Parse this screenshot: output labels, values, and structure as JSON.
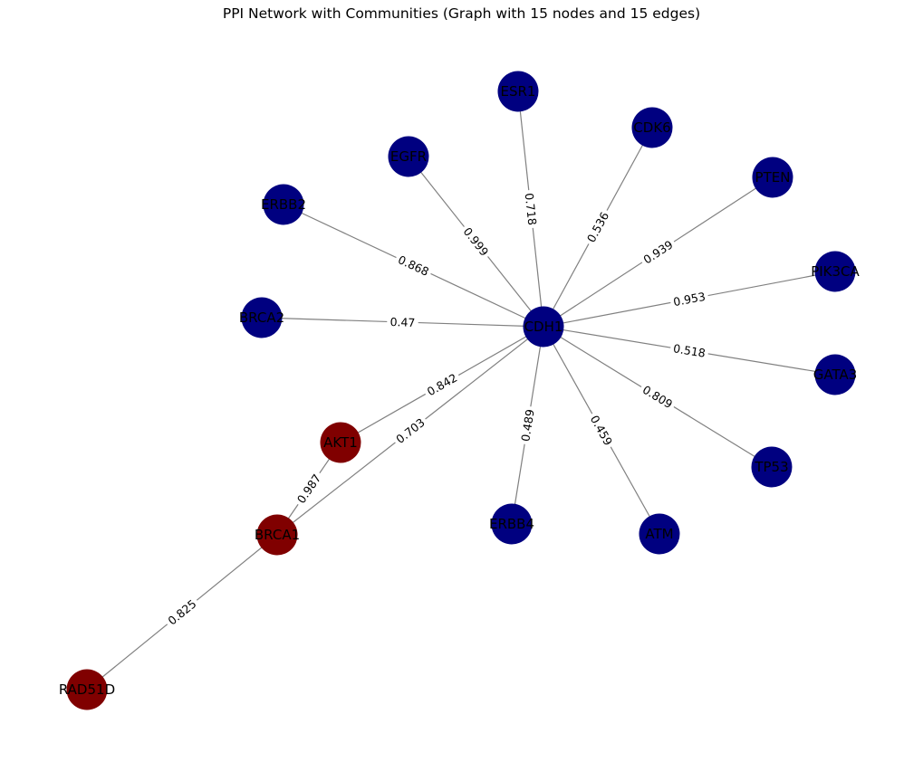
{
  "title": "PPI Network with Communities (Graph with 15 nodes and 15 edges)",
  "colors": {
    "community_a": "#000080",
    "community_b": "#800000",
    "edge": "#808080"
  },
  "nodes": [
    {
      "id": "CDH1",
      "community": "community_a"
    },
    {
      "id": "ESR1",
      "community": "community_a"
    },
    {
      "id": "CDK6",
      "community": "community_a"
    },
    {
      "id": "EGFR",
      "community": "community_a"
    },
    {
      "id": "PTEN",
      "community": "community_a"
    },
    {
      "id": "ERBB2",
      "community": "community_a"
    },
    {
      "id": "PIK3CA",
      "community": "community_a"
    },
    {
      "id": "BRCA2",
      "community": "community_a"
    },
    {
      "id": "GATA3",
      "community": "community_a"
    },
    {
      "id": "TP53",
      "community": "community_a"
    },
    {
      "id": "ERBB4",
      "community": "community_a"
    },
    {
      "id": "ATM",
      "community": "community_a"
    },
    {
      "id": "AKT1",
      "community": "community_b"
    },
    {
      "id": "BRCA1",
      "community": "community_b"
    },
    {
      "id": "RAD51D",
      "community": "community_b"
    }
  ],
  "edges": [
    {
      "source": "CDH1",
      "target": "ESR1",
      "weight": "0.718"
    },
    {
      "source": "CDH1",
      "target": "CDK6",
      "weight": "0.536"
    },
    {
      "source": "CDH1",
      "target": "EGFR",
      "weight": "0.999"
    },
    {
      "source": "CDH1",
      "target": "PTEN",
      "weight": "0.939"
    },
    {
      "source": "CDH1",
      "target": "ERBB2",
      "weight": "0.868"
    },
    {
      "source": "CDH1",
      "target": "PIK3CA",
      "weight": "0.953"
    },
    {
      "source": "CDH1",
      "target": "BRCA2",
      "weight": "0.47"
    },
    {
      "source": "CDH1",
      "target": "GATA3",
      "weight": "0.518"
    },
    {
      "source": "CDH1",
      "target": "TP53",
      "weight": "0.809"
    },
    {
      "source": "CDH1",
      "target": "AKT1",
      "weight": "0.842"
    },
    {
      "source": "CDH1",
      "target": "BRCA1",
      "weight": "0.703"
    },
    {
      "source": "CDH1",
      "target": "ERBB4",
      "weight": "0.489"
    },
    {
      "source": "CDH1",
      "target": "ATM",
      "weight": "0.459"
    },
    {
      "source": "AKT1",
      "target": "BRCA1",
      "weight": "0.987"
    },
    {
      "source": "BRCA1",
      "target": "RAD51D",
      "weight": "0.825"
    }
  ]
}
